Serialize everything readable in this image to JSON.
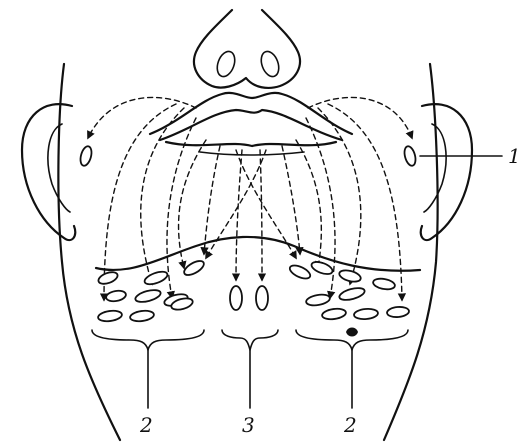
{
  "labels": {
    "parotid": "1",
    "submandibular_left": "2",
    "submental": "3",
    "submandibular_right": "2"
  }
}
